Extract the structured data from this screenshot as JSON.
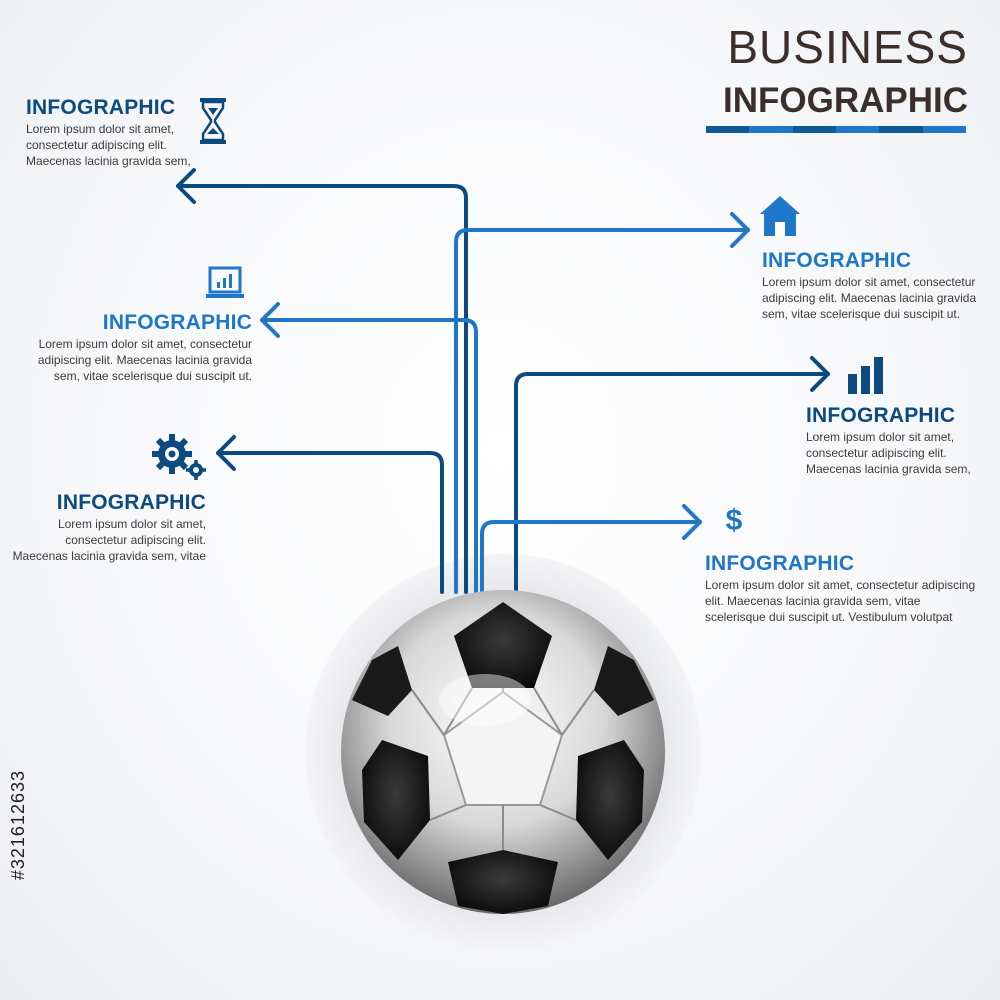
{
  "header": {
    "title_line1": "BUSINESS",
    "title_line2": "INFOGRAPHIC",
    "bar_colors": [
      "#0d5a96",
      "#1e77c8",
      "#0d5a96",
      "#1e77c8",
      "#0d5a96",
      "#1e77c8"
    ]
  },
  "colors": {
    "dark_blue": "#0d4a80",
    "light_blue": "#1e77c8",
    "text_gray": "#3b3b3b"
  },
  "blocks": [
    {
      "id": "top-left",
      "heading": "INFOGRAPHIC",
      "icon": "hourglass-icon",
      "lines": [
        "Lorem ipsum dolor sit amet,",
        "consectetur adipiscing elit.",
        "Maecenas lacinia gravida sem,"
      ]
    },
    {
      "id": "mid-left",
      "heading": "INFOGRAPHIC",
      "icon": "laptop-chart-icon",
      "lines": [
        "Lorem ipsum dolor sit amet, consectetur",
        "adipiscing elit. Maecenas lacinia gravida",
        "sem, vitae scelerisque dui suscipit ut."
      ]
    },
    {
      "id": "low-left",
      "heading": "INFOGRAPHIC",
      "icon": "gears-icon",
      "lines": [
        "Lorem ipsum dolor sit amet,",
        "consectetur adipiscing elit.",
        "Maecenas lacinia gravida sem, vitae"
      ]
    },
    {
      "id": "top-right",
      "heading": "INFOGRAPHIC",
      "icon": "house-icon",
      "lines": [
        "Lorem ipsum dolor sit amet, consectetur",
        "adipiscing elit. Maecenas lacinia gravida",
        "sem, vitae scelerisque dui suscipit ut."
      ]
    },
    {
      "id": "mid-right",
      "heading": "INFOGRAPHIC",
      "icon": "bar-chart-icon",
      "lines": [
        "Lorem ipsum dolor sit amet,",
        "consectetur adipiscing elit.",
        "Maecenas lacinia gravida sem,"
      ]
    },
    {
      "id": "low-right",
      "heading": "INFOGRAPHIC",
      "icon": "dollar-icon",
      "dollar_glyph": "$",
      "lines": [
        "Lorem ipsum dolor sit amet, consectetur adipiscing",
        "elit. Maecenas lacinia gravida sem, vitae",
        "scelerisque dui suscipit ut. Vestibulum volutpat"
      ]
    }
  ],
  "watermark": {
    "stock_id": "#321612633"
  }
}
